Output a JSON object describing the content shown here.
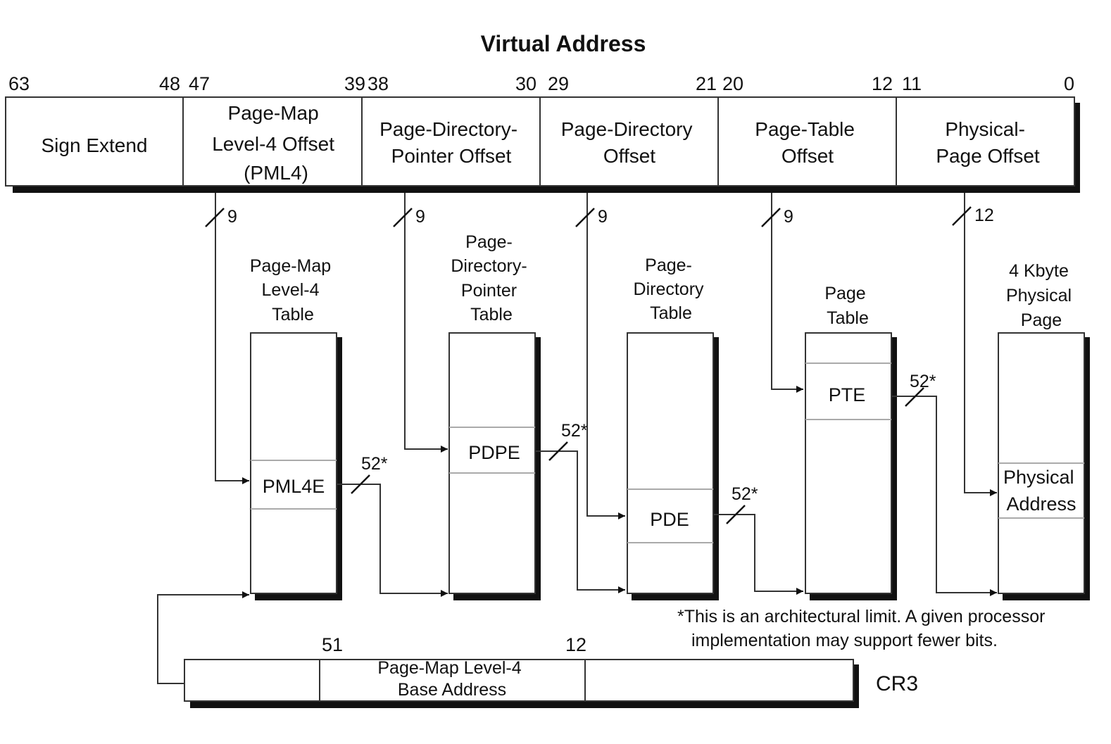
{
  "title": "Virtual Address",
  "bits": {
    "b63": "63",
    "b48": "48",
    "b47": "47",
    "b39": "39",
    "b38": "38",
    "b30": "30",
    "b29": "29",
    "b21": "21",
    "b20": "20",
    "b12": "12",
    "b11": "11",
    "b0": "0"
  },
  "fields": {
    "sign": [
      "Sign Extend"
    ],
    "pml4": [
      "Page-Map",
      "Level-4 Offset",
      "(PML4)"
    ],
    "pdp": [
      "Page-Directory-",
      "Pointer Offset"
    ],
    "pd": [
      "Page-Directory",
      "Offset"
    ],
    "pt": [
      "Page-Table",
      "Offset"
    ],
    "phys": [
      "Physical-",
      "Page Offset"
    ]
  },
  "widths": {
    "w1": "9",
    "w2": "9",
    "w3": "9",
    "w4": "9",
    "w5": "12"
  },
  "tables": {
    "pml4": [
      "Page-Map",
      "Level-4",
      "Table"
    ],
    "pdp": [
      "Page-",
      "Directory-",
      "Pointer",
      "Table"
    ],
    "pd": [
      "Page-",
      "Directory",
      "Table"
    ],
    "pt": [
      "Page",
      "Table"
    ],
    "page": [
      "4 Kbyte",
      "Physical",
      "Page"
    ]
  },
  "entries": {
    "pml4e": "PML4E",
    "pdpe": "PDPE",
    "pde": "PDE",
    "pte": "PTE",
    "phys": [
      "Physical",
      "Address"
    ]
  },
  "bus": {
    "b1": "52*",
    "b2": "52*",
    "b3": "52*",
    "b4": "52*"
  },
  "note": [
    "*This is an architectural limit. A given processor",
    "implementation may support fewer bits."
  ],
  "cr3": {
    "bit51": "51",
    "bit12": "12",
    "field": [
      "Page-Map Level-4",
      "Base Address"
    ],
    "label": "CR3"
  }
}
